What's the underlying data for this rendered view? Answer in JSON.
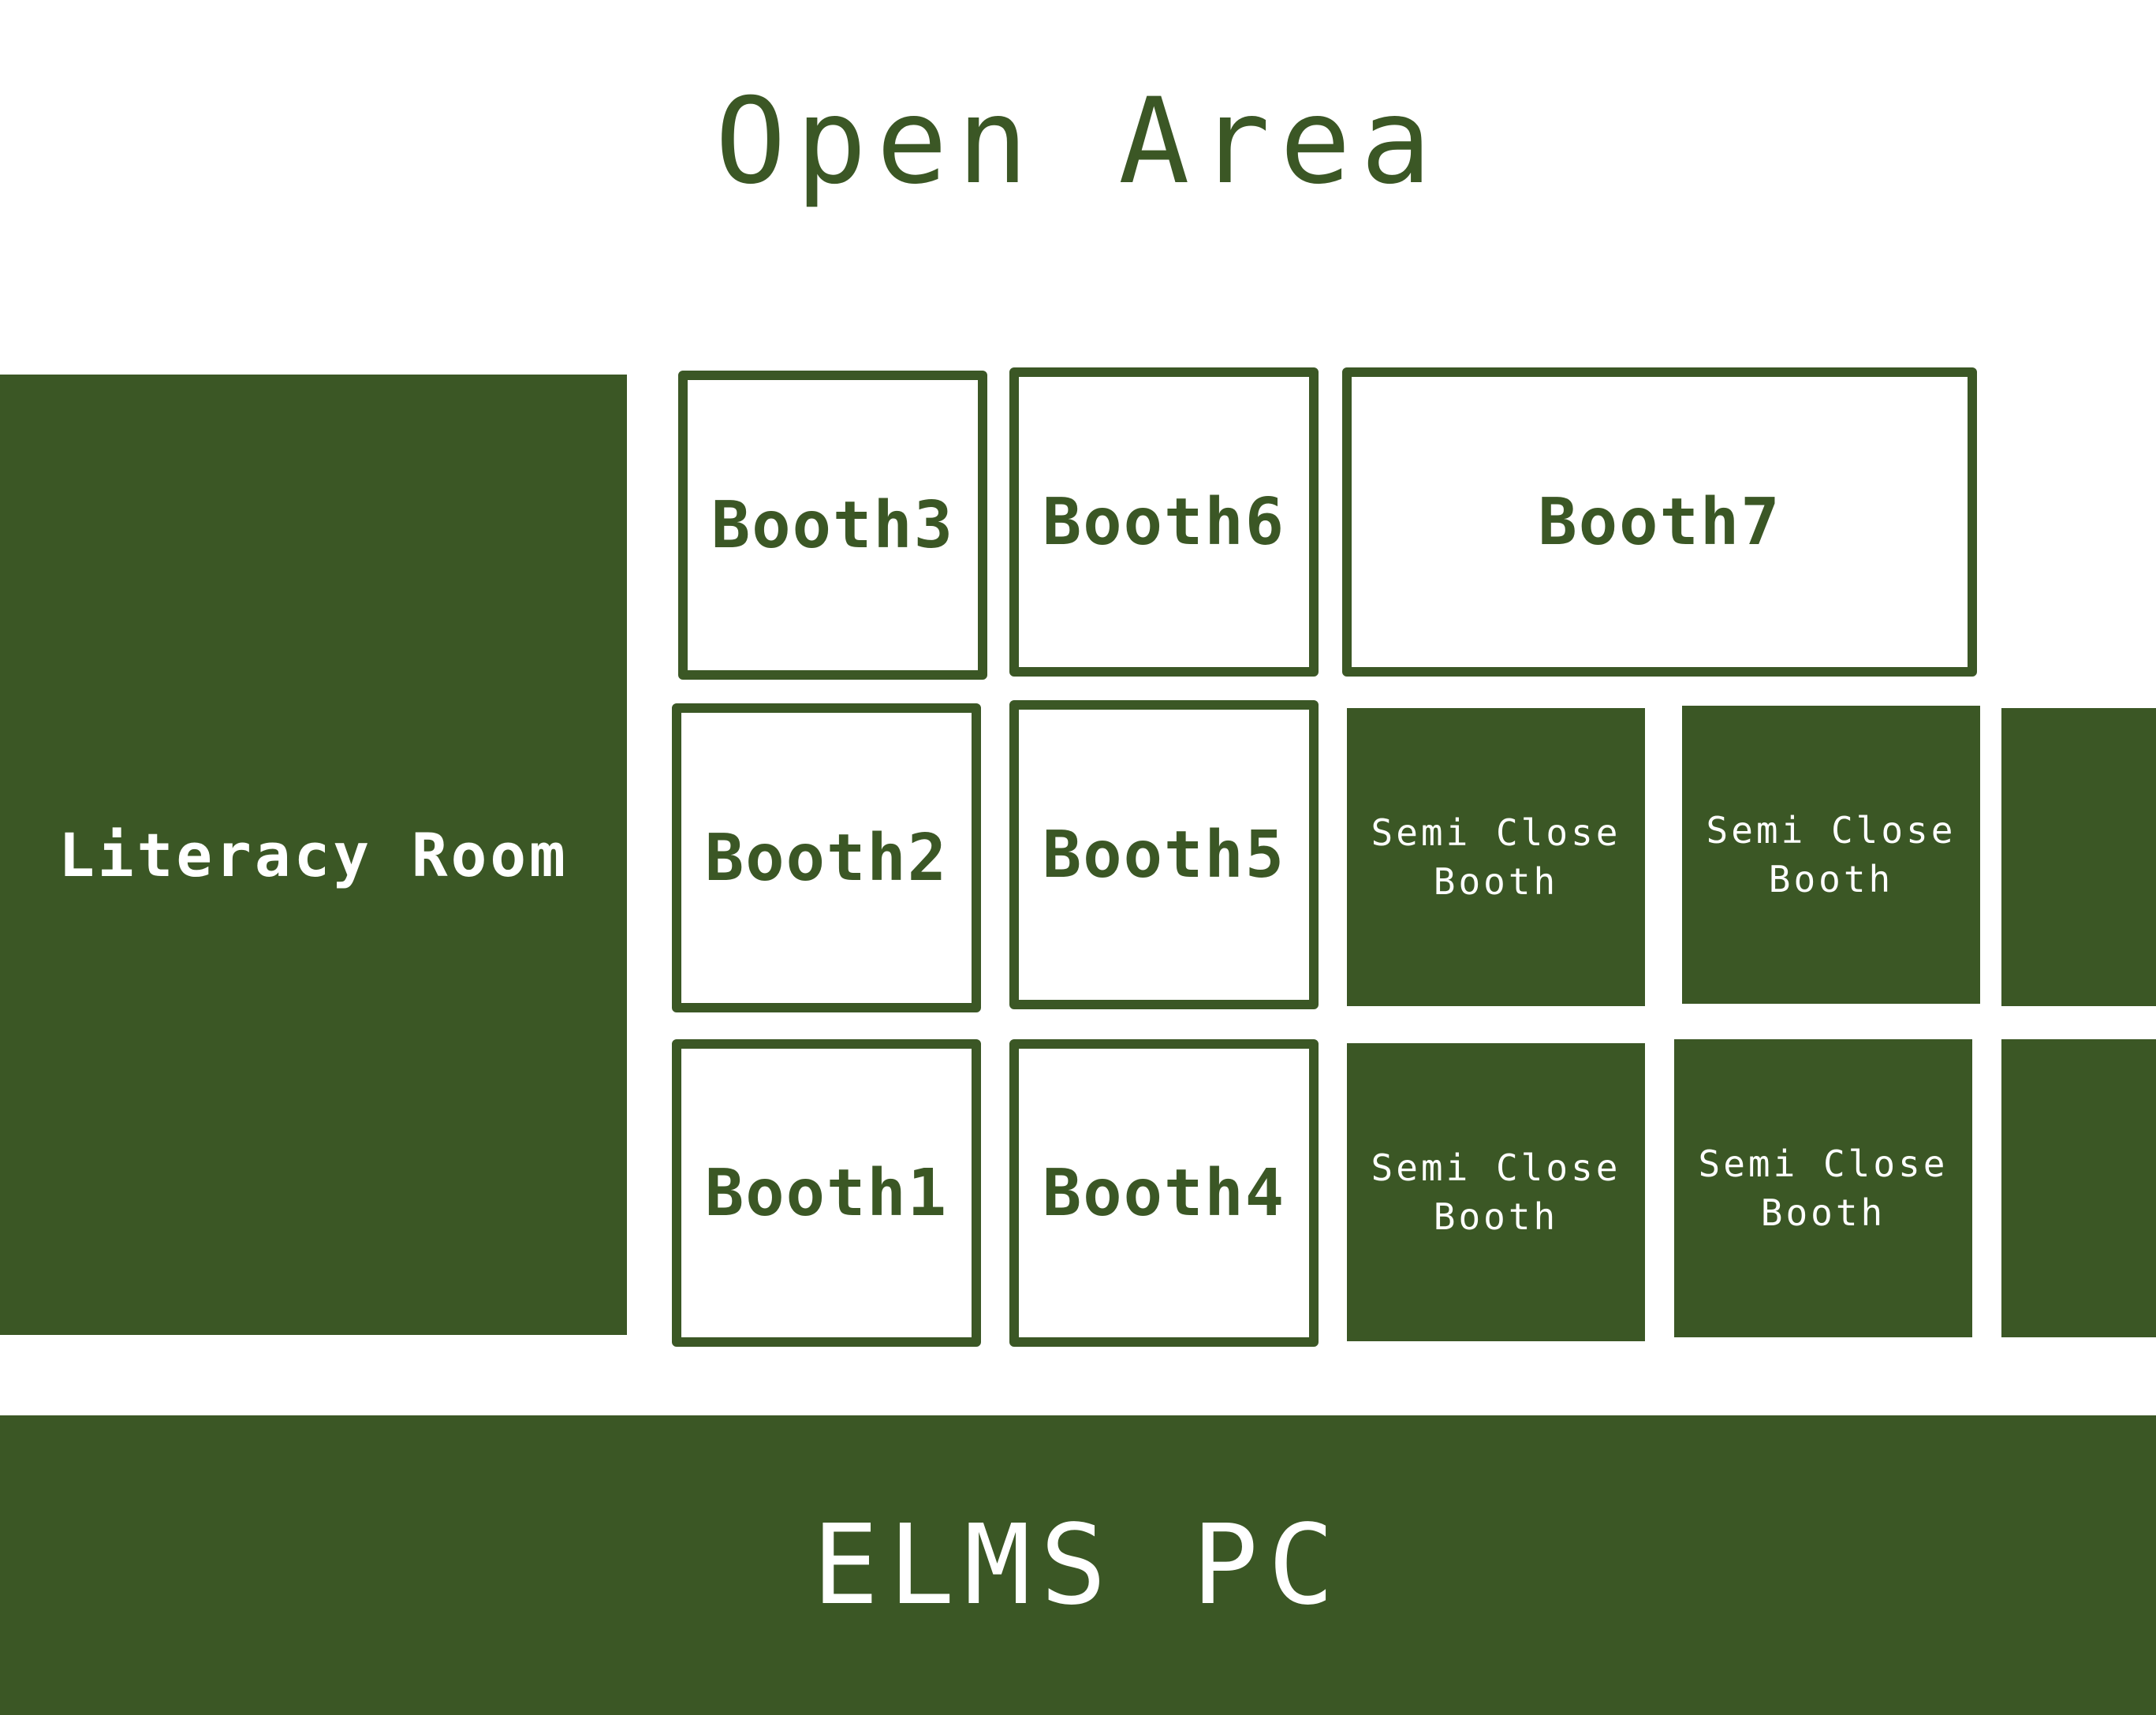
{
  "map": {
    "title": "Open Area",
    "accent_color": "#3b5725",
    "rooms": {
      "literacy_room": "Literacy Room",
      "elms_pc": "ELMS PC"
    },
    "booths": {
      "booth1": "Booth1",
      "booth2": "Booth2",
      "booth3": "Booth3",
      "booth4": "Booth4",
      "booth5": "Booth5",
      "booth6": "Booth6",
      "booth7": "Booth7"
    },
    "semi_close_booths": [
      "Semi Close\nBooth",
      "Semi Close\nBooth",
      "Semi Close\nBooth",
      "Semi Close\nBooth"
    ]
  }
}
